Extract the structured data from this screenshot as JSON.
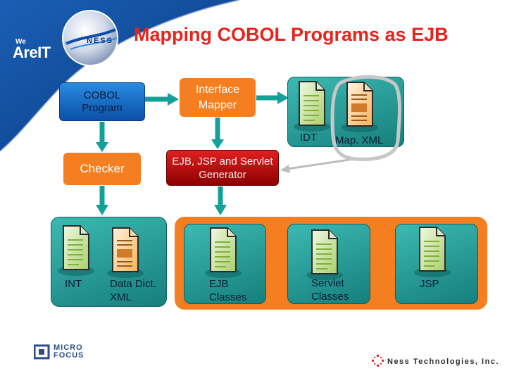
{
  "title": "Mapping COBOL Programs as EJB",
  "logos": {
    "we": "We",
    "are_it": "AreIT",
    "ness_badge": "NESS",
    "micro_focus": "MICRO FOCUS",
    "footer_company": "Ness Technologies, Inc."
  },
  "nodes": {
    "cobol_program": "COBOL Program",
    "interface_mapper": "Interface Mapper",
    "checker": "Checker",
    "generator": "EJB, JSP and Servlet Generator"
  },
  "files": {
    "idt": "IDT",
    "map_xml": "Map. XML",
    "int": "INT",
    "data_dict": "Data Dict. XML",
    "ejb_classes": "EJB Classes",
    "servlet_classes": "Servlet Classes",
    "jsp": "JSP"
  },
  "colors": {
    "title": "#e8231c",
    "process_orange": "#f57e20",
    "teal_panel": "#1f9a95",
    "arrow_teal": "#14a09a",
    "banner_blue": "#0b4fa8",
    "generator_red": "#c00000"
  },
  "icons": {
    "green_document": "green-document-icon",
    "orange_document": "orange-document-icon"
  }
}
